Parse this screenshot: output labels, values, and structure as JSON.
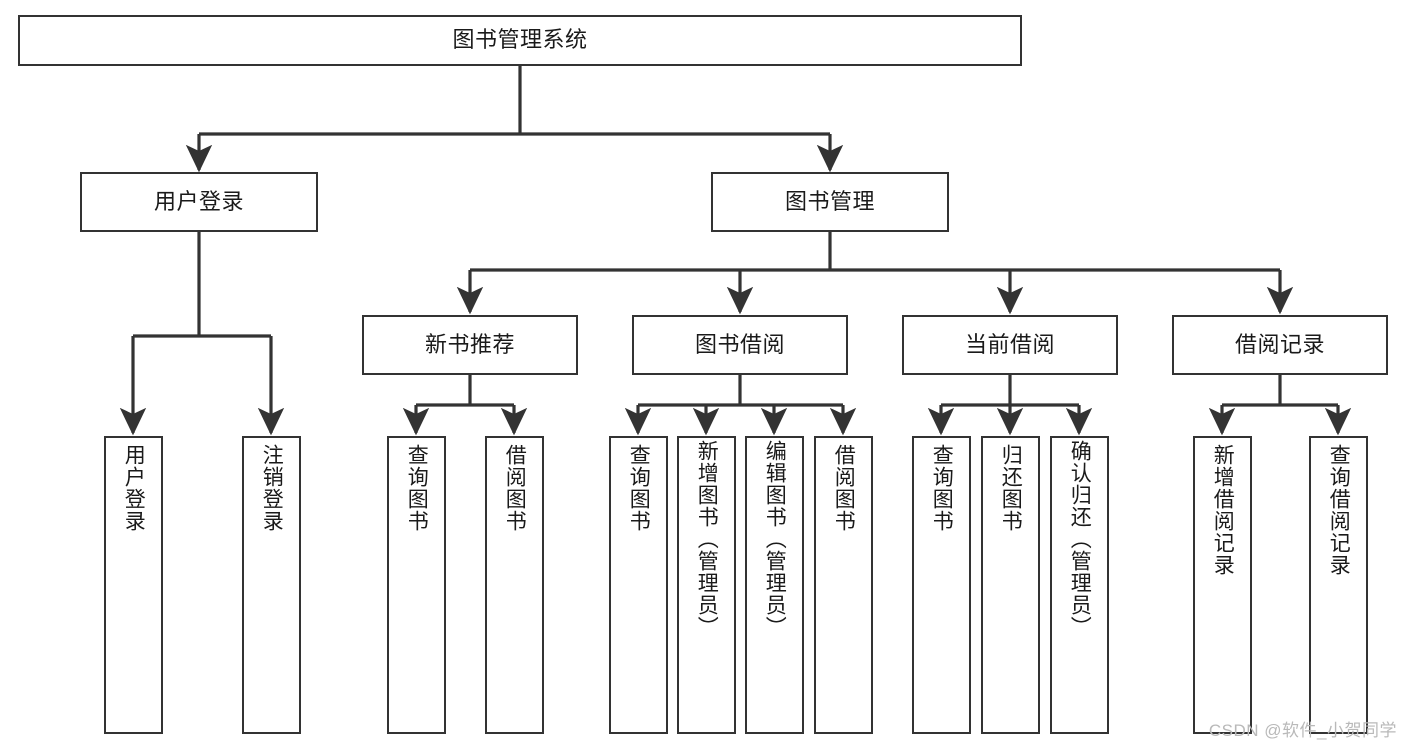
{
  "diagram": {
    "title": "图书管理系统",
    "type": "tree-hierarchy-chart",
    "root": {
      "label": "图书管理系统"
    },
    "level1": [
      {
        "label": "用户登录"
      },
      {
        "label": "图书管理"
      }
    ],
    "level2": [
      {
        "label": "新书推荐"
      },
      {
        "label": "图书借阅"
      },
      {
        "label": "当前借阅"
      },
      {
        "label": "借阅记录"
      }
    ],
    "leaves": {
      "user_login": [
        {
          "label": "用户登录"
        },
        {
          "label": "注销登录"
        }
      ],
      "new_book": [
        {
          "label": "查询图书"
        },
        {
          "label": "借阅图书"
        }
      ],
      "book_borrow": [
        {
          "label": "查询图书"
        },
        {
          "label": "新增图书（管理员）"
        },
        {
          "label": "编辑图书（管理员）"
        },
        {
          "label": "借阅图书"
        }
      ],
      "current_borrow": [
        {
          "label": "查询图书"
        },
        {
          "label": "归还图书"
        },
        {
          "label": "确认归还（管理员）"
        }
      ],
      "borrow_record": [
        {
          "label": "新增借阅记录"
        },
        {
          "label": "查询借阅记录"
        }
      ]
    }
  },
  "watermark": {
    "text": "CSDN @软件_小贺同学"
  },
  "colors": {
    "border": "#333333",
    "text": "#1a1a1a",
    "background": "#ffffff",
    "connector": "#333333",
    "watermark": "#b9b9b9"
  }
}
